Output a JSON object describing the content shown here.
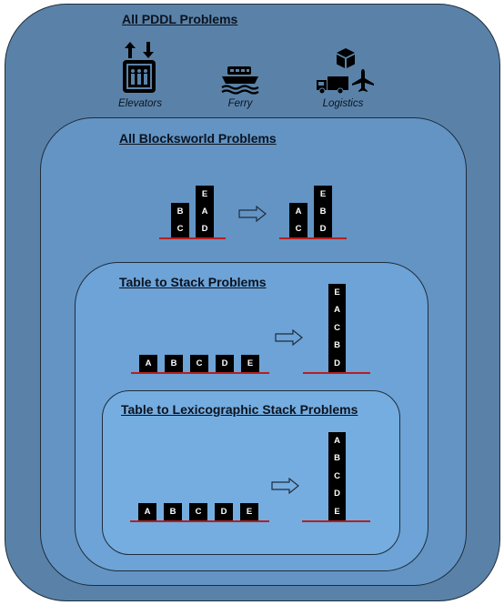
{
  "titles": {
    "all_pddl": "All PDDL Problems",
    "all_blocksworld": "All Blocksworld Problems",
    "table_to_stack": "Table to Stack Problems",
    "table_to_lexicographic": "Table to Lexicographic Stack Problems"
  },
  "domains": [
    {
      "label": "Elevators",
      "icon": "elevator-icon"
    },
    {
      "label": "Ferry",
      "icon": "ferry-icon"
    },
    {
      "label": "Logistics",
      "icon": "logistics-icon"
    }
  ],
  "blocksworld_example": {
    "initial_stacks": [
      [
        "C",
        "B"
      ],
      [
        "D",
        "A",
        "E"
      ]
    ],
    "goal_stacks": [
      [
        "C",
        "A"
      ],
      [
        "D",
        "B",
        "E"
      ]
    ]
  },
  "table_to_stack_example": {
    "initial_table": [
      "A",
      "B",
      "C",
      "D",
      "E"
    ],
    "goal_stack_top_to_bottom": [
      "E",
      "A",
      "C",
      "B",
      "D"
    ]
  },
  "lexicographic_example": {
    "initial_table": [
      "A",
      "B",
      "C",
      "D",
      "E"
    ],
    "goal_stack_top_to_bottom": [
      "A",
      "B",
      "C",
      "D",
      "E"
    ]
  },
  "colors": {
    "outer_region": "#5a82a8",
    "blocksworld_region": "#6394c4",
    "table_to_stack_region": "#6da3d6",
    "lexicographic_region": "#75ade0",
    "block": "#000000",
    "block_text": "#ffffff",
    "ground": "#b52020"
  }
}
